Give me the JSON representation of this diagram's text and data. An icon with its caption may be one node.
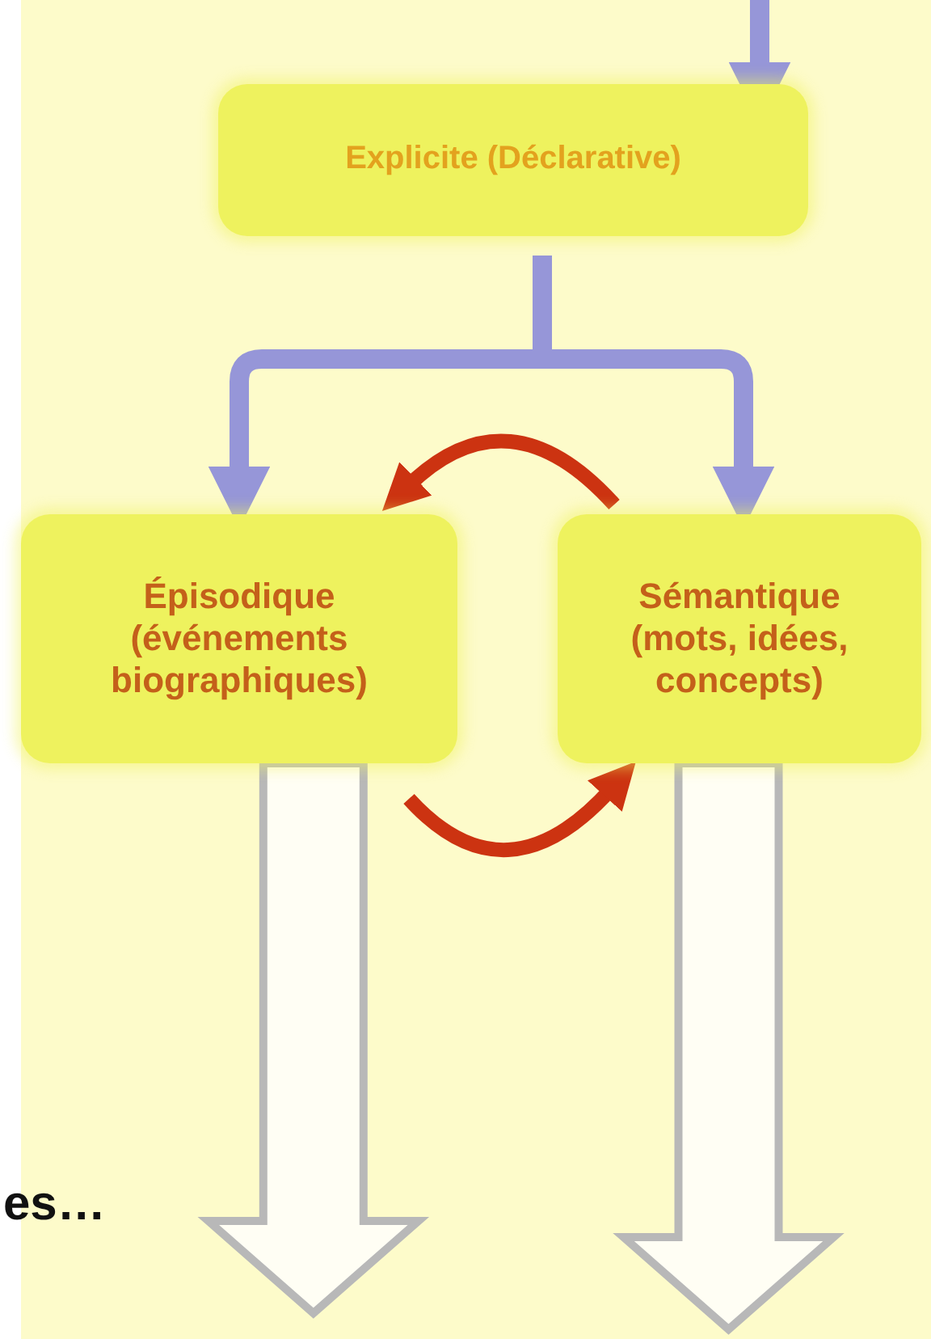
{
  "diagram": {
    "nodes": [
      {
        "text": [
          "Explicite (Déclarative)"
        ]
      },
      {
        "text": [
          "Épisodique",
          "(événements biographiques)"
        ]
      },
      {
        "text": [
          "Sémantique",
          "(mots, idées, concepts)"
        ]
      }
    ],
    "edges": [
      {
        "from": null,
        "to": 0,
        "arrow": "to"
      },
      {
        "from": 0,
        "to": 1,
        "arrow": "to"
      },
      {
        "from": 0,
        "to": 2,
        "arrow": "to"
      },
      {
        "from": 2,
        "to": 1,
        "arrow": "to",
        "color": "#cc3311"
      },
      {
        "from": 1,
        "to": 2,
        "arrow": "to",
        "color": "#cc3311"
      },
      {
        "from": 1,
        "to": null,
        "arrow": "to",
        "style": "thick",
        "color": "#b8b8b8"
      },
      {
        "from": 2,
        "to": null,
        "arrow": "to",
        "style": "thick",
        "color": "#b8b8b8"
      }
    ],
    "labels": [
      "es…"
    ]
  }
}
